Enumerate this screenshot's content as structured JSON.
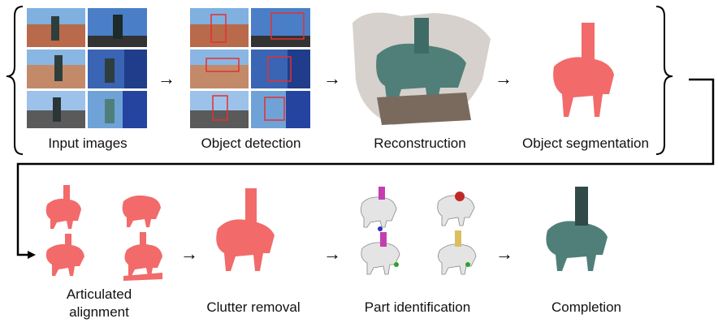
{
  "row1": {
    "captions": {
      "input": "Input images",
      "detection": "Object detection",
      "reconstruction": "Reconstruction",
      "segmentation": "Object segmentation"
    }
  },
  "row2": {
    "captions": {
      "alignment": "Articulated alignment",
      "clutter": "Clutter removal",
      "parts": "Part identification",
      "completion": "Completion"
    }
  },
  "arrow_glyph": "→",
  "colors": {
    "segment_red": "#f26a6a",
    "statue_teal": "#4f7f78",
    "sky_blue": "#6fa3d8",
    "part_white": "#e4e4e4"
  }
}
